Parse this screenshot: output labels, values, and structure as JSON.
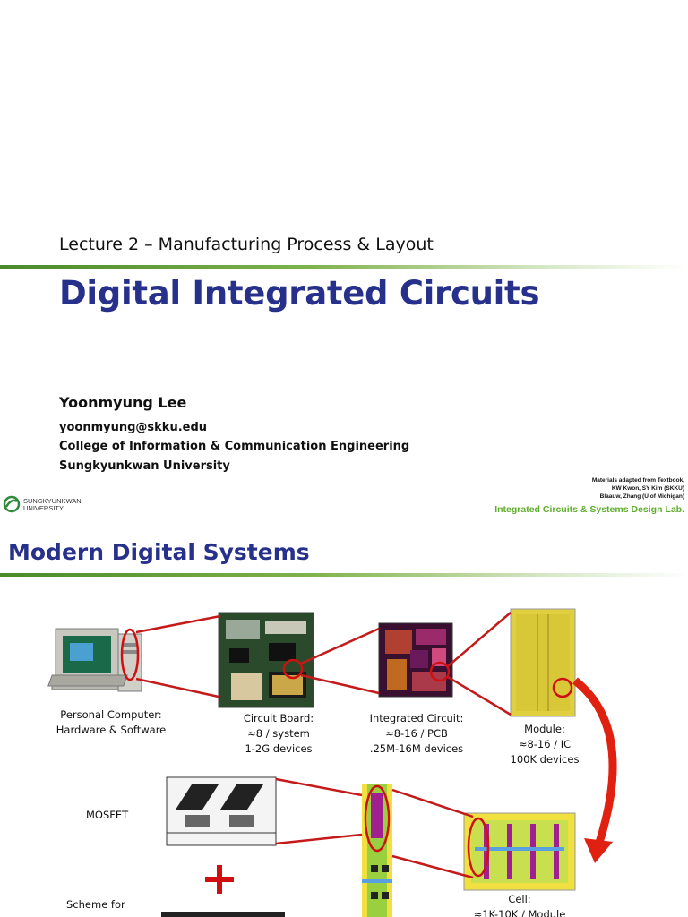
{
  "slide1": {
    "lecture": "Lecture 2 – Manufacturing Process & Layout",
    "title": "Digital Integrated Circuits",
    "author": "Yoonmyung Lee",
    "email": "yoonmyung@skku.edu",
    "college": "College of Information & Communication Engineering",
    "university": "Sungkyunkwan University",
    "logo_text": [
      "SUNGKYUNKWAN",
      "UNIVERSITY"
    ],
    "credits": [
      "Materials adapted from Textbook,",
      "KW Kwon, SY Kim (SKKU)",
      "Blaauw, Zhang (U of Michigan)"
    ],
    "lab": "Integrated Circuits & Systems Design Lab."
  },
  "slide2": {
    "title": "Modern Digital Systems",
    "captions": {
      "pc": [
        "Personal Computer:",
        "Hardware & Software"
      ],
      "board": [
        "Circuit Board:",
        "≈8 / system",
        "1-2G devices"
      ],
      "ic": [
        "Integrated Circuit:",
        "≈8-16 / PCB",
        ".25M-16M devices"
      ],
      "module": [
        "Module:",
        "≈8-16 / IC",
        "100K devices"
      ],
      "mosfet": "MOSFET",
      "scheme": "Scheme for",
      "cell": [
        "Cell:",
        "≈1K-10K / Module"
      ]
    }
  },
  "colors": {
    "title_blue": "#27318b",
    "accent_green": "#5fae2e",
    "highlight_red": "#d01010"
  }
}
